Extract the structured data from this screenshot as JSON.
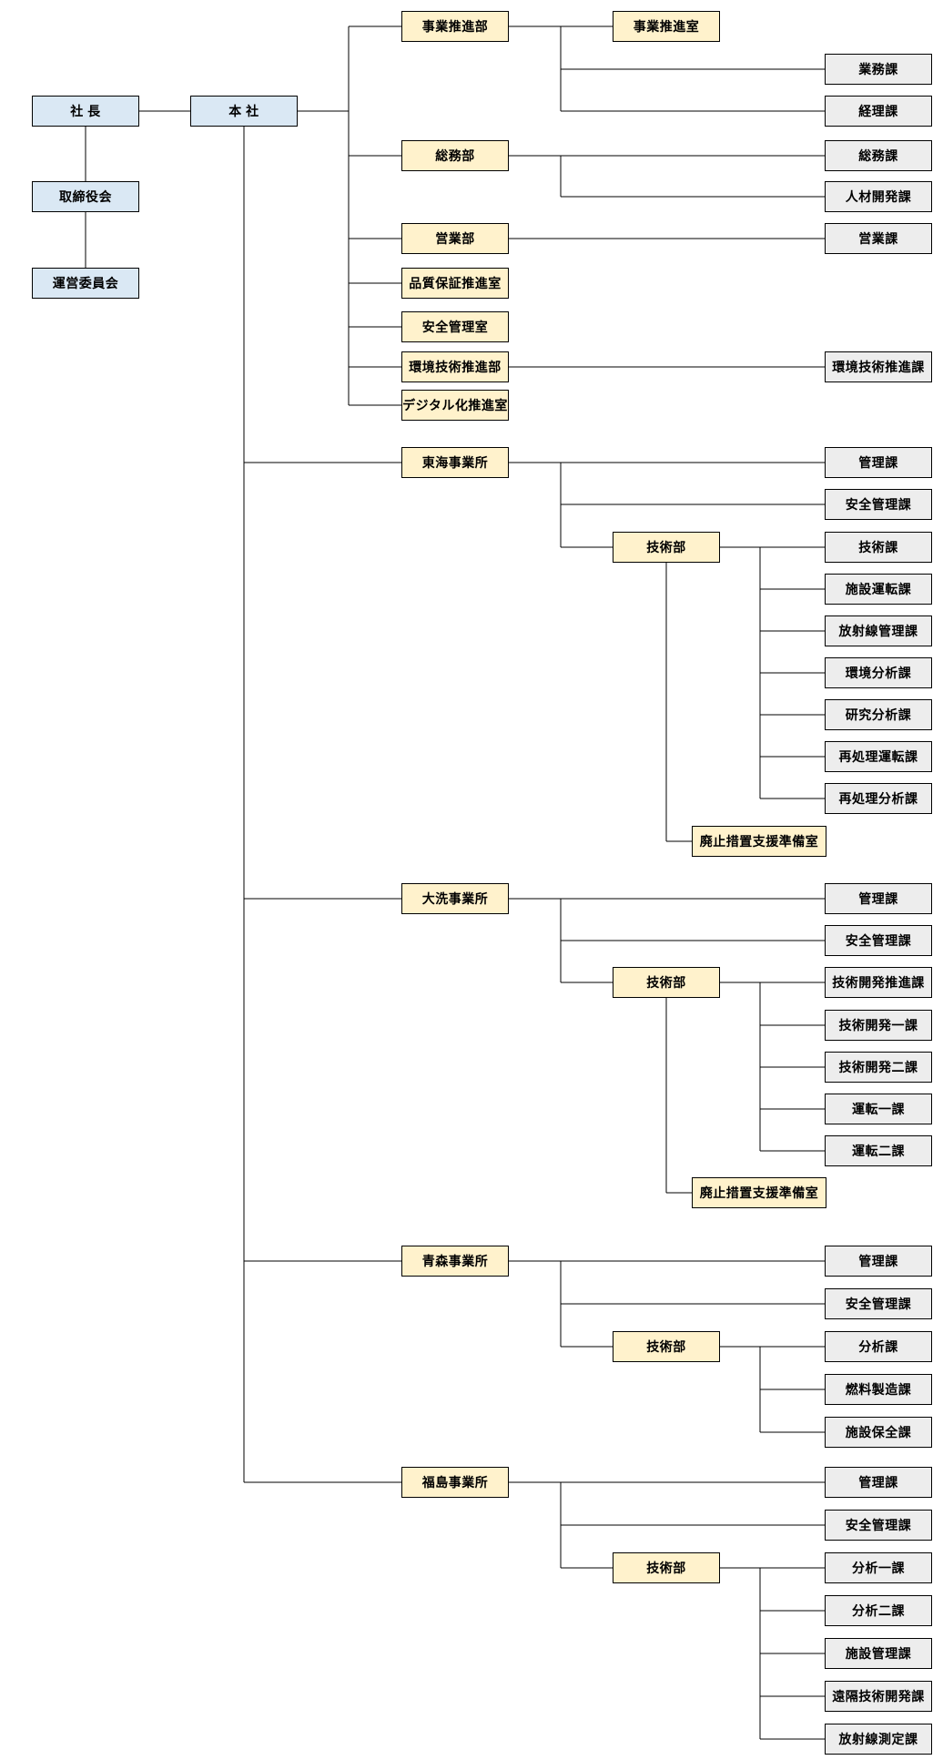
{
  "executive": {
    "president": "社 長",
    "board_of_directors": "取締役会",
    "steering_committee": "運営委員会"
  },
  "head_office": {
    "label": "本 社"
  },
  "departments": [
    {
      "label": "事業推進部",
      "offices": [
        "事業推進室"
      ],
      "sections": [
        "業務課",
        "経理課"
      ]
    },
    {
      "label": "総務部",
      "sections": [
        "総務課",
        "人材開発課"
      ]
    },
    {
      "label": "営業部",
      "sections": [
        "営業課"
      ]
    },
    {
      "label": "品質保証推進室",
      "sections": []
    },
    {
      "label": "安全管理室",
      "sections": []
    },
    {
      "label": "環境技術推進部",
      "sections": [
        "環境技術推進課"
      ]
    },
    {
      "label": "デジタル化推進室",
      "sections": []
    }
  ],
  "sites": [
    {
      "label": "東海事業所",
      "sections": [
        "管理課",
        "安全管理課"
      ],
      "dept": {
        "label": "技術部",
        "sections": [
          "技術課",
          "施設運転課",
          "放射線管理課",
          "環境分析課",
          "研究分析課",
          "再処理運転課",
          "再処理分析課"
        ],
        "office": "廃止措置支援準備室"
      }
    },
    {
      "label": "大洗事業所",
      "sections": [
        "管理課",
        "安全管理課"
      ],
      "dept": {
        "label": "技術部",
        "sections": [
          "技術開発推進課",
          "技術開発一課",
          "技術開発二課",
          "運転一課",
          "運転二課"
        ],
        "office": "廃止措置支援準備室"
      }
    },
    {
      "label": "青森事業所",
      "sections": [
        "管理課",
        "安全管理課"
      ],
      "dept": {
        "label": "技術部",
        "sections": [
          "分析課",
          "燃料製造課",
          "施設保全課"
        ]
      }
    },
    {
      "label": "福島事業所",
      "sections": [
        "管理課",
        "安全管理課"
      ],
      "dept": {
        "label": "技術部",
        "sections": [
          "分析一課",
          "分析二課",
          "施設管理課",
          "遠隔技術開発課",
          "放射線測定課"
        ]
      }
    }
  ],
  "colors": {
    "blue_fill": "#dae8f4",
    "yellow_fill": "#fff2cc",
    "gray_fill": "#ededed",
    "line": "#000000",
    "border": "#000000"
  }
}
